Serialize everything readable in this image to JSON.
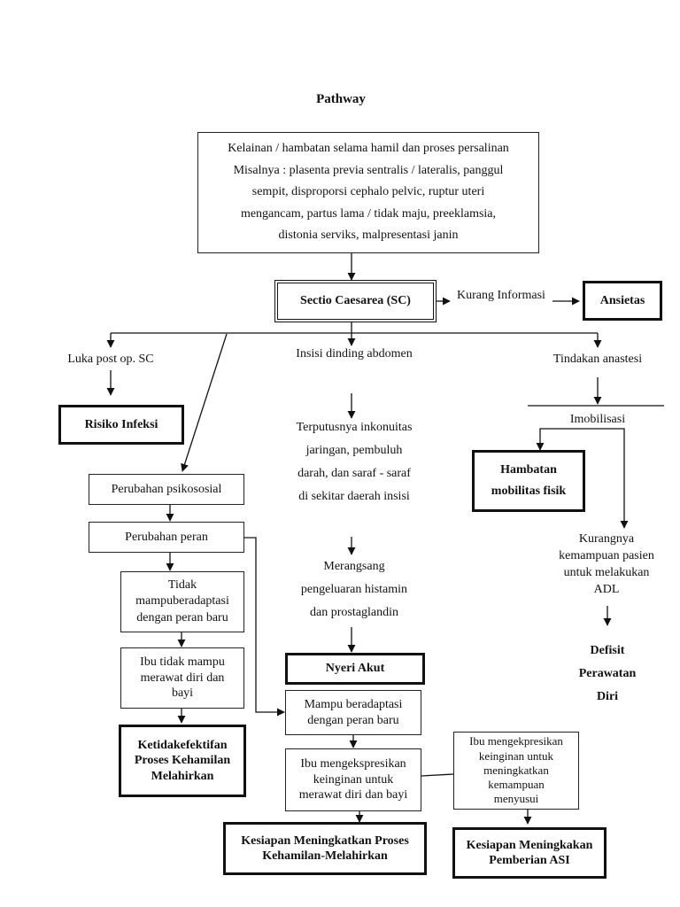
{
  "diagram": {
    "title": "Pathway",
    "cause": "Kelainan / hambatan selama hamil dan proses persalinan\nMisalnya : plasenta previa sentralis / lateralis, panggul\nsempit, disproporsi cephalo pelvic, ruptur uteri\nmengancam, partus lama / tidak maju, preeklamsia,\ndistonia serviks, malpresentasi janin",
    "sc": "Sectio Caesarea (SC)",
    "kurang_informasi": "Kurang Informasi",
    "ansietas": "Ansietas",
    "luka": "Luka post op. SC",
    "risiko_infeksi": "Risiko Infeksi",
    "insisi": "Insisi dinding abdomen",
    "terputus": "Terputusnya inkonuitas\njaringan, pembuluh\ndarah, dan saraf - saraf\ndi sekitar daerah insisi",
    "merangsang": "Merangsang\npengeluaran histamin\ndan prostaglandin",
    "nyeri_akut": "Nyeri Akut",
    "tindakan_anastesi": "Tindakan anastesi",
    "imobilisasi": "Imobilisasi",
    "hambatan": "Hambatan\nmobilitas fisik",
    "kurangnya": "Kurangnya\nkemampuan pasien\nuntuk melakukan\nADL",
    "defisit": "Defisit\nPerawatan\nDiri",
    "psikososial": "Perubahan psikososial",
    "peran": "Perubahan peran",
    "tidak_mampu": "Tidak\nmampuberadaptasi\ndengan peran baru",
    "ibu_tidak": "Ibu tidak mampu\nmerawat diri dan\nbayi",
    "ketidakefektifan": "Ketidakefektifan\nProses Kehamilan\nMelahirkan",
    "mampu": "Mampu beradaptasi\ndengan peran baru",
    "ibu_ekspresi": "Ibu mengekspresikan\nkeinginan untuk\nmerawat diri dan bayi",
    "kesiapan_proses": "Kesiapan Meningkatkan Proses\nKehamilan-Melahirkan",
    "ibu_asi": "Ibu mengekpresikan\nkeinginan untuk\nmeningkatkan\nkemampuan\nmenyusui",
    "kesiapan_asi": "Kesiapan Meningkakan\nPemberian ASI"
  }
}
